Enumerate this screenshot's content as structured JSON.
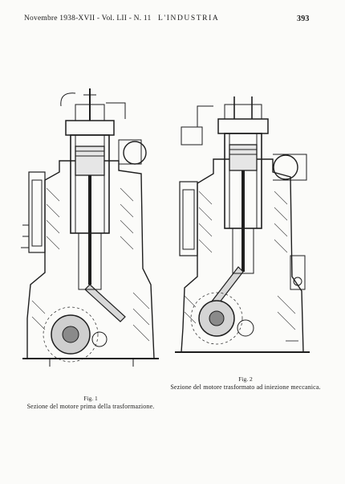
{
  "header": {
    "left": "Novembre 1938-XVII - Vol. LII - N. 11",
    "center": "L'INDUSTRIA",
    "page_number": "393"
  },
  "figures": [
    {
      "number": "Fig. 1",
      "caption": "Sezione del motore prima della trasformazione."
    },
    {
      "number": "Fig. 2",
      "caption": "Sezione del motore trasformato ad iniezione meccanica."
    }
  ]
}
